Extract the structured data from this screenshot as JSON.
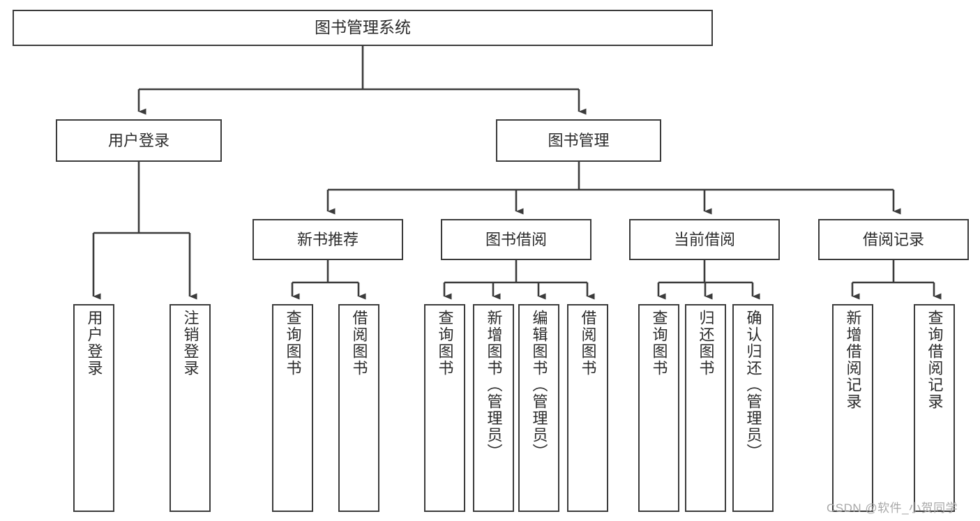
{
  "diagram": {
    "title": "图书管理系统",
    "type": "hierarchy-tree",
    "watermark": "CSDN @软件_小贺同学",
    "colors": {
      "box_border": "#3b3b3b",
      "box_fill": "#ffffff",
      "connector": "#3b3b3b",
      "text": "#2b2b2b",
      "watermark": "#a8a8a8",
      "background": "#ffffff"
    },
    "root": {
      "label": "图书管理系统"
    },
    "level2": [
      {
        "label": "用户登录"
      },
      {
        "label": "图书管理"
      }
    ],
    "level3": [
      {
        "label": "新书推荐"
      },
      {
        "label": "图书借阅"
      },
      {
        "label": "当前借阅"
      },
      {
        "label": "借阅记录"
      }
    ],
    "leaves": {
      "user_login": [
        {
          "label": "用户登录"
        },
        {
          "label": "注销登录"
        }
      ],
      "new_book_recommend": [
        {
          "label": "查询图书"
        },
        {
          "label": "借阅图书"
        }
      ],
      "book_borrow": [
        {
          "label": "查询图书"
        },
        {
          "label": "新增图书（管理员）"
        },
        {
          "label": "编辑图书（管理员）"
        },
        {
          "label": "借阅图书"
        }
      ],
      "current_borrow": [
        {
          "label": "查询图书"
        },
        {
          "label": "归还图书"
        },
        {
          "label": "确认归还（管理员）"
        }
      ],
      "borrow_record": [
        {
          "label": "新增借阅记录"
        },
        {
          "label": "查询借阅记录"
        }
      ]
    }
  }
}
